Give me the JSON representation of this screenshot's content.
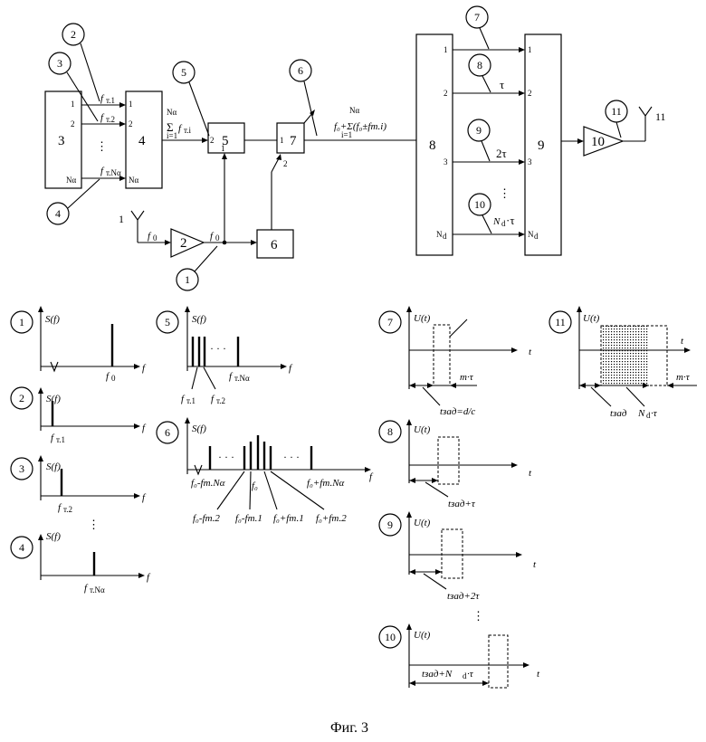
{
  "caption": "Фиг. 3",
  "blocks": {
    "b3": "3",
    "b4": "4",
    "b5": "5",
    "b6": "6",
    "b7": "7",
    "b8": "8",
    "b9": "9",
    "b10": "10",
    "b2": "2"
  },
  "markers": [
    "1",
    "2",
    "3",
    "4",
    "5",
    "6",
    "7",
    "8",
    "9",
    "10",
    "11"
  ],
  "antenna_in": "1",
  "antenna_out": "11",
  "pins": {
    "one": "1",
    "two": "2",
    "three": "3",
    "n_alpha": "Nα",
    "n_d": "N",
    "n_d_sub": "d"
  },
  "signals": {
    "ft1": "f",
    "ft1_sub": "т.1",
    "ft2": "f",
    "ft2_sub": "т.2",
    "ftn": "f",
    "ftn_sub": "т.Nα",
    "dots": "⋮",
    "sum_top": "Nα",
    "sum_sym": "Σ",
    "sum_bottom": "i=1",
    "sum_f": "f",
    "sum_f_sub": "т.i",
    "f0": "f",
    "f0_sub": "0",
    "out7_top": "Nα",
    "out7_main": "f₀+Σ(f₀±fт.i)",
    "out7_bottom": "i=1",
    "tau": "τ",
    "two_tau": "2τ",
    "nd_tau": "N",
    "nd_tau_sub": "d",
    "nd_tau_tail": "·τ"
  },
  "spectra": {
    "axis_s": "S(f)",
    "axis_f": "f",
    "f0": "f",
    "f0_sub": "0",
    "ft1": "f",
    "ft1_sub": "т.1",
    "ft2": "f",
    "ft2_sub": "т.2",
    "ftn": "f",
    "ftn_sub": "т.Nα",
    "dots_h": "· · ·",
    "dots_v": "⋮",
    "p6_left": "f₀-fт.Nα",
    "p6_center": "f₀",
    "p6_right": "f₀+fт.Nα",
    "p6_b1": "f₀-fт.2",
    "p6_b2": "f₀-fт.1",
    "p6_b3": "f₀+fт.1",
    "p6_b4": "f₀+fт.2"
  },
  "timing": {
    "axis_u": "U(t)",
    "axis_t": "t",
    "p7_delay": "tзад=d/c",
    "p7_width": "m·τ",
    "p8_delay": "tзад+τ",
    "p9_delay": "tзад+2τ",
    "p10_delay": "tзад+N",
    "p10_delay_sub": "d",
    "p10_delay_tail": "·τ",
    "p11_delay": "tзад",
    "p11_mid": "N",
    "p11_mid_sub": "d",
    "p11_mid_tail": "·τ",
    "p11_width": "m·τ",
    "dots_v": "⋮"
  }
}
